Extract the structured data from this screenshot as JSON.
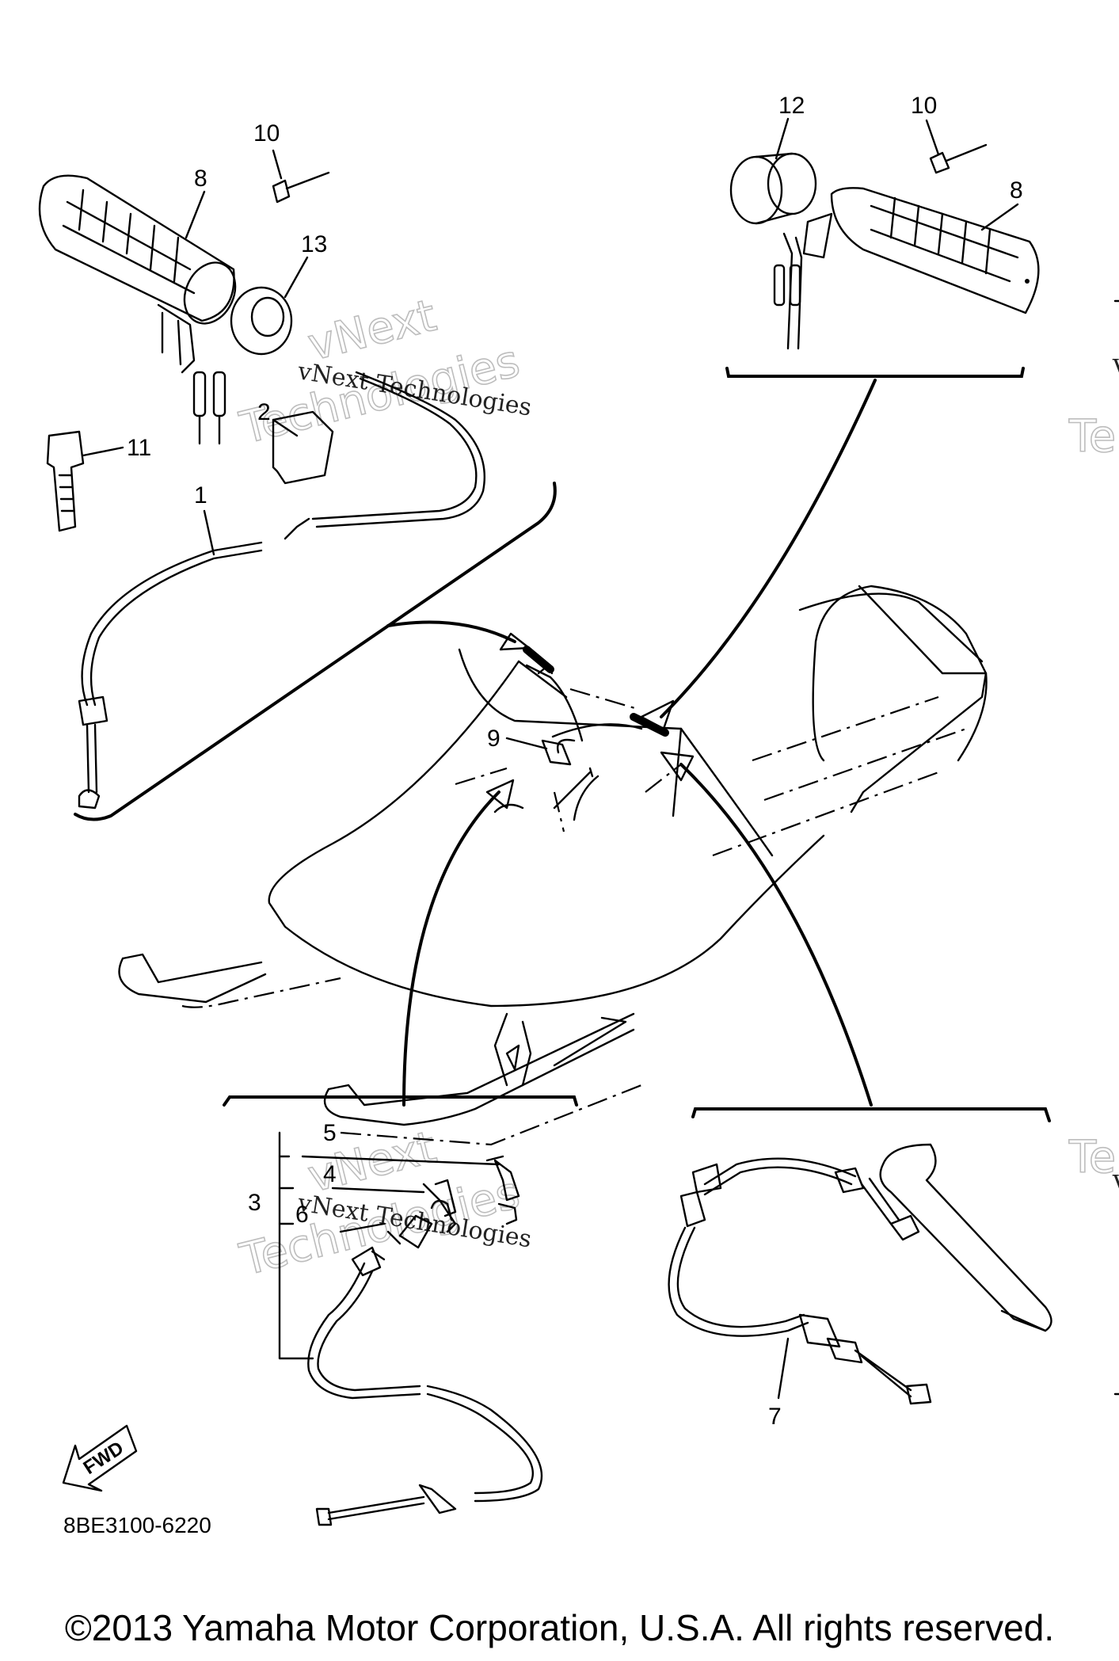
{
  "callouts": {
    "c1": "1",
    "c2": "2",
    "c3": "3",
    "c4": "4",
    "c5": "5",
    "c6": "6",
    "c7": "7",
    "c8a": "8",
    "c8b": "8",
    "c9": "9",
    "c10a": "10",
    "c10b": "10",
    "c11": "11",
    "c12": "12",
    "c13": "13"
  },
  "watermarks": {
    "w1_line1": "vNext",
    "w1_line2": "vNext Technologies",
    "w1_line3": "Technologies",
    "w2_line1": "vNext",
    "w2_line2": "vNext Technologies",
    "w2_line3": "Technologies",
    "edge1": "Te",
    "edge2": "Te",
    "edge_v1": "V",
    "edge_v2": "V"
  },
  "fwd_label": "FWD",
  "diagram_code": "8BE3100-6220",
  "copyright": "©2013 Yamaha Motor Corporation, U.S.A. All rights reserved.",
  "colors": {
    "ink": "#000000",
    "background": "#ffffff",
    "watermark": "#bdbdbd"
  }
}
